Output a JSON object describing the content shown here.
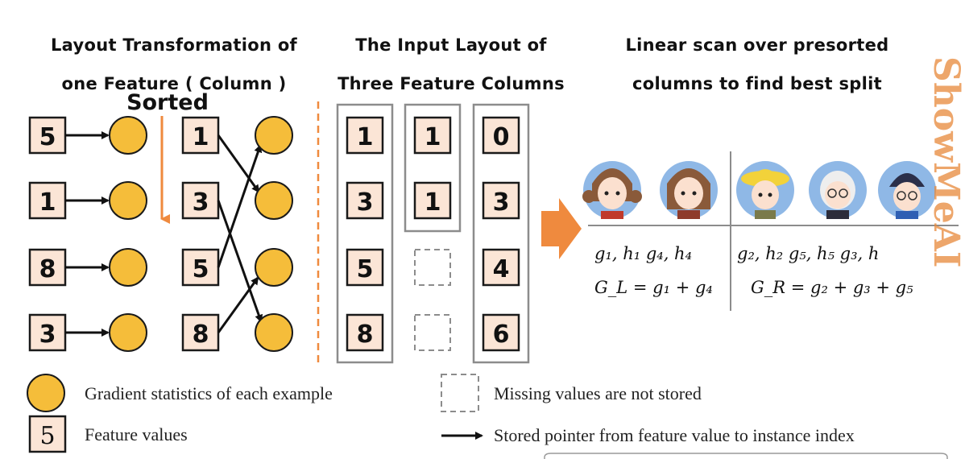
{
  "headings": {
    "layout_line1": "Layout Transformation of",
    "layout_line2": "one Feature ( Column )",
    "input_line1": "The Input Layout of",
    "input_line2": "Three Feature Columns",
    "scan_line1": "Linear scan over presorted",
    "scan_line2": "columns to find best split"
  },
  "sorted_label": "Sorted",
  "unsorted_values": [
    "5",
    "1",
    "8",
    "3"
  ],
  "sorted_values": [
    "1",
    "3",
    "5",
    "8"
  ],
  "feature_columns": [
    {
      "values": [
        "1",
        "3",
        "5",
        "8"
      ],
      "missing": 0
    },
    {
      "values": [
        "1",
        "1"
      ],
      "missing": 2
    },
    {
      "values": [
        "0",
        "3",
        "4",
        "6"
      ],
      "missing": 0
    }
  ],
  "split": {
    "left_stats": [
      "g",
      "h"
    ],
    "left_labels": "g₁, h₁     g₄, h₄",
    "right_labels": "g₂, h₂    g₅, h₅    g₃, h",
    "gl_formula": "G_L = g₁ + g₄",
    "gr_formula": "G_R = g₂ + g₃ + g₅"
  },
  "legend": {
    "circle_text": "Gradient statistics of each example",
    "box_value": "5",
    "box_text": "Feature values",
    "missing_text": "Missing values are not stored",
    "arrow_text": "Stored pointer from feature value to instance index"
  },
  "watermark": "ShowMeAI",
  "colors": {
    "box_fill": "#fbe5d6",
    "circle_fill": "#f5bd3a",
    "accent_orange": "#ef8a3e",
    "frame_gray": "#8c8c8c"
  }
}
